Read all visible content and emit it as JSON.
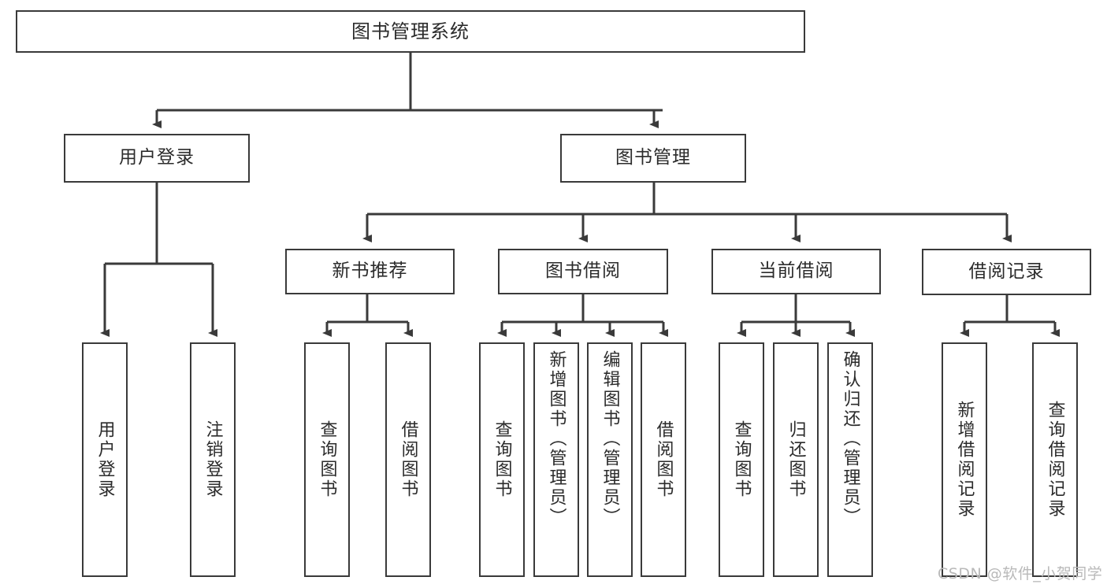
{
  "diagram": {
    "type": "tree-hierarchy",
    "title": "图书管理系统",
    "root": {
      "id": "root",
      "label": "图书管理系统"
    },
    "level2": [
      {
        "id": "user-login",
        "label": "用户登录"
      },
      {
        "id": "book-manage",
        "label": "图书管理"
      }
    ],
    "level3": [
      {
        "id": "new-book-rec",
        "label": "新书推荐",
        "parent": "book-manage"
      },
      {
        "id": "book-borrow",
        "label": "图书借阅",
        "parent": "book-manage"
      },
      {
        "id": "current-borrow",
        "label": "当前借阅",
        "parent": "book-manage"
      },
      {
        "id": "borrow-record",
        "label": "借阅记录",
        "parent": "book-manage"
      }
    ],
    "leaves": [
      {
        "id": "leaf-user-login",
        "label": "用户登录",
        "parent": "user-login"
      },
      {
        "id": "leaf-logout",
        "label": "注销登录",
        "parent": "user-login"
      },
      {
        "id": "leaf-query-book-1",
        "label": "查询图书",
        "parent": "new-book-rec"
      },
      {
        "id": "leaf-borrow-book-1",
        "label": "借阅图书",
        "parent": "new-book-rec"
      },
      {
        "id": "leaf-query-book-2",
        "label": "查询图书",
        "parent": "book-borrow"
      },
      {
        "id": "leaf-add-book",
        "label": "新增图书（管理员）",
        "parent": "book-borrow"
      },
      {
        "id": "leaf-edit-book",
        "label": "编辑图书（管理员）",
        "parent": "book-borrow"
      },
      {
        "id": "leaf-borrow-book-2",
        "label": "借阅图书",
        "parent": "book-borrow"
      },
      {
        "id": "leaf-query-book-3",
        "label": "查询图书",
        "parent": "current-borrow"
      },
      {
        "id": "leaf-return-book",
        "label": "归还图书",
        "parent": "current-borrow"
      },
      {
        "id": "leaf-confirm-return",
        "label": "确认归还（管理员）",
        "parent": "current-borrow"
      },
      {
        "id": "leaf-add-record",
        "label": "新增借阅记录",
        "parent": "borrow-record"
      },
      {
        "id": "leaf-query-record",
        "label": "查询借阅记录",
        "parent": "borrow-record"
      }
    ],
    "colors": {
      "stroke": "#3a3a3a",
      "fill": "#ffffff",
      "text": "#2b2b2b",
      "watermark": "#b9b9b9"
    }
  },
  "watermark": {
    "text": "CSDN @软件_小贺同学"
  }
}
